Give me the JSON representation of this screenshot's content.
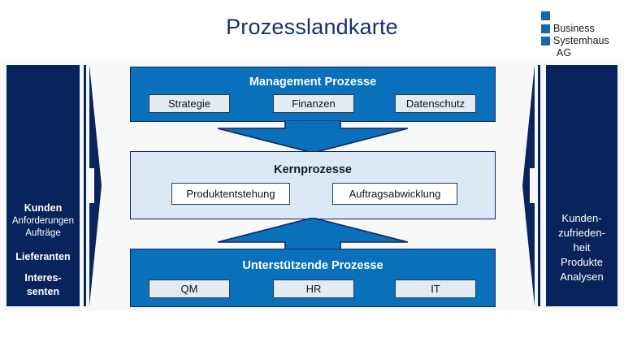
{
  "slide": {
    "title": "Prozesslandkarte",
    "background_color": "#f7f8f8",
    "accent_blue": "#0970bc",
    "navy": "#09245c",
    "light_blue": "#dce8f5"
  },
  "logo": {
    "square_color": "#1268ad",
    "line1": "Business",
    "line2": "Systemhaus",
    "line3": "AG"
  },
  "left_panel": {
    "line1": "Kunden",
    "line2": "Anforderungen",
    "line3": "Aufträge",
    "line4": "Lieferanten",
    "line5": "Interes-",
    "line6": "senten"
  },
  "right_panel": {
    "line1": "Kunden-",
    "line2": "zufrieden-",
    "line3": "heit",
    "line4": "Produkte",
    "line5": "Analysen"
  },
  "bands": {
    "management": {
      "title": "Management Prozesse",
      "boxes": [
        "Strategie",
        "Finanzen",
        "Datenschutz"
      ]
    },
    "core": {
      "title": "Kernprozesse",
      "boxes": [
        "Produktentstehung",
        "Auftragsabwicklung"
      ]
    },
    "support": {
      "title": "Unterstützende Prozesse",
      "boxes": [
        "QM",
        "HR",
        "IT"
      ]
    }
  }
}
